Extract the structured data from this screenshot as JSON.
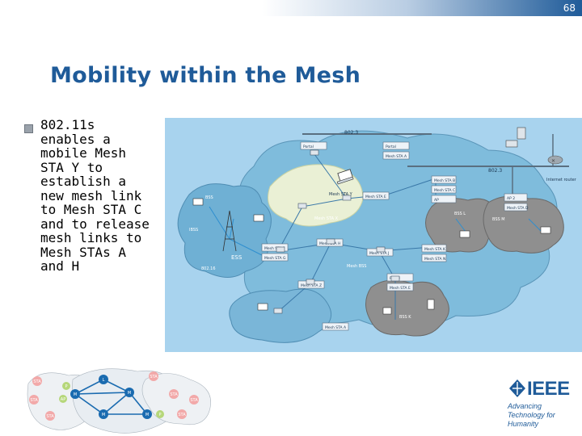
{
  "page_number": "68",
  "title": "Mobility within the Mesh",
  "bullet": "802.11s enables a mobile Mesh STA Y to establish a new mesh link to Mesh STA C and to release mesh links to Mesh STAs A and H",
  "diagram": {
    "label_8023_top": "802.3",
    "label_8023_right": "802.3",
    "portal": "Portal",
    "mesh_sta_a": "Mesh STA A",
    "mesh_sta_b": "Mesh STA B",
    "mesh_sta_c": "Mesh STA C",
    "mesh_sta_d": "Mesh STA D",
    "mesh_sta_e": "Mesh STA E",
    "mesh_sta_f": "Mesh STA F",
    "mesh_sta_g": "Mesh STA G",
    "mesh_sta_h": "Mesh STA H",
    "mesh_sta_y": "Mesh STA Y",
    "mesh_sta_x": "Mesh STA X",
    "mesh_sta_z": "Mesh STA Z",
    "mesh_sta_j": "Mesh STA J",
    "mesh_sta_k": "Mesh STA K",
    "mesh_sta_n": "Mesh STA N",
    "ap": "AP",
    "ap2": "AP 2",
    "internet_router": "Internet router",
    "bss": "BSS",
    "bss_l": "BSS L",
    "bss_m": "BSS M",
    "bss_k": "BSS K",
    "mesh_bss": "Mesh BSS",
    "ess": "ESS",
    "l_label": "L",
    "ibss": "IBSS",
    "ieee_8021b": "802.16"
  },
  "mini": {
    "nodes": [
      "STA",
      "P",
      "L",
      "STA",
      "STA",
      "AP",
      "M",
      "M",
      "STA",
      "STA",
      "M",
      "M",
      "P",
      "STA",
      "STA"
    ]
  },
  "logo": {
    "word": "IEEE",
    "tagline": "Advancing Technology for Humanity"
  },
  "colors": {
    "accent": "#1f5b99",
    "cloud": "#7cb8d6",
    "dark_cloud": "#8a8a8a",
    "node": "#1a6bb0"
  }
}
